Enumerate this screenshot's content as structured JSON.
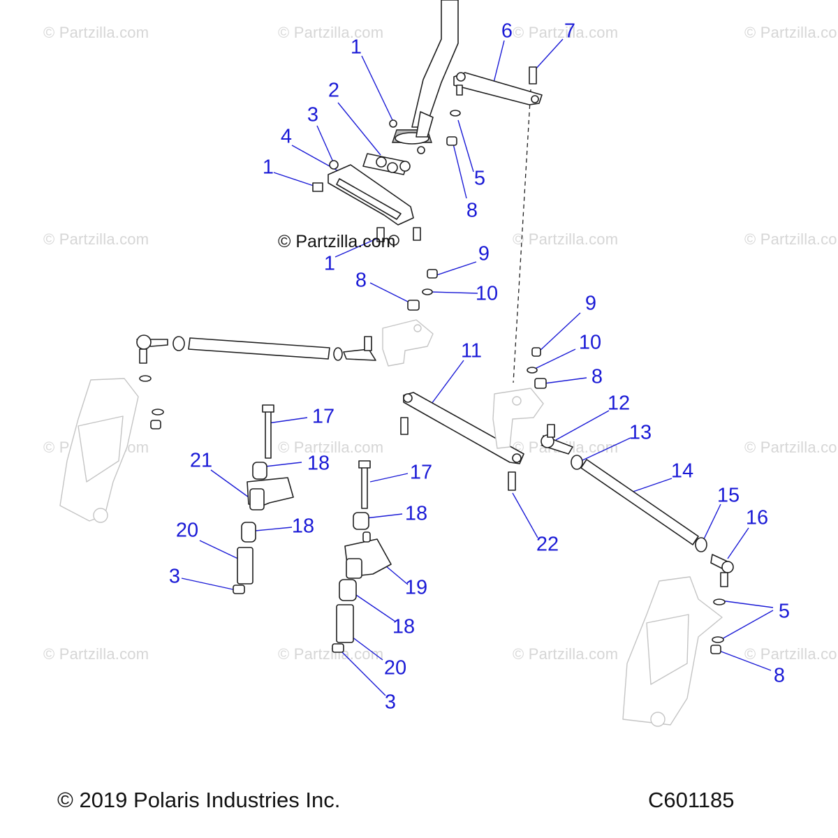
{
  "watermark_text": "© Partzilla.com",
  "center_mark": "© Partzilla.com",
  "footer": {
    "copyright": "© 2019 Polaris Industries Inc.",
    "diagram_code": "C601185"
  },
  "callouts": [
    "1",
    "2",
    "3",
    "4",
    "1",
    "1",
    "6",
    "7",
    "5",
    "8",
    "9",
    "8",
    "10",
    "9",
    "10",
    "8",
    "11",
    "12",
    "13",
    "14",
    "15",
    "16",
    "17",
    "18",
    "21",
    "18",
    "20",
    "3",
    "17",
    "18",
    "19",
    "18",
    "20",
    "3",
    "22",
    "5",
    "8"
  ],
  "colors": {
    "callout": "#1a1ad6",
    "line": "#1e1e1e",
    "ghost": "#c4c4c4",
    "watermark": "#d6d6d6"
  }
}
